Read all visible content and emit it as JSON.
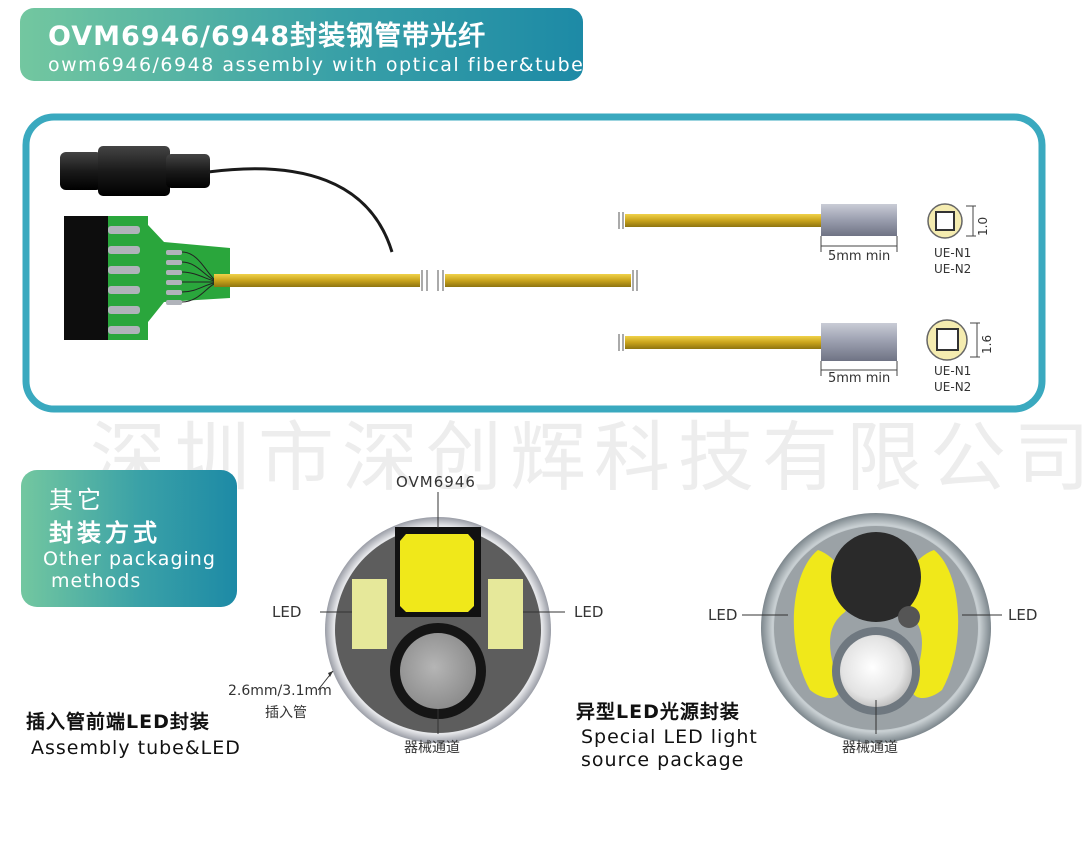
{
  "header": {
    "title": "OVM6946/6948封装钢管带光纤",
    "subtitle": "owm6946/6948 assembly with optical fiber&tube"
  },
  "fiber_diagram": {
    "dimension_top": "1.0",
    "dimension_bottom": "1.6",
    "length_label": "5mm min",
    "led_types_line1": "UE-N1",
    "led_types_line2": "UE-N2"
  },
  "watermark": "深圳市深创辉科技有限公司",
  "side_banner": {
    "line1": "其它",
    "line2": "封装方式",
    "line3": "Other packaging",
    "line4": "methods"
  },
  "left_package": {
    "sensor_label": "OVM6946",
    "led_left": "LED",
    "led_right": "LED",
    "tube_size": "2.6mm/3.1mm",
    "tube_insert": "插入管",
    "channel_label": "器械通道",
    "caption_zh": "插入管前端LED封装",
    "caption_en": "Assembly tube&LED"
  },
  "right_package": {
    "led_left": "LED",
    "led_right": "LED",
    "channel_label": "器械通道",
    "caption_zh": "异型LED光源封装",
    "caption_en_line1": "Special LED light",
    "caption_en_line2": "source package"
  },
  "colors": {
    "accent_start": "#73c7a0",
    "accent_end": "#1d8aa6",
    "frame": "#3aa9bf",
    "fiber": "#d4b02a",
    "led_yellow": "#f0e81a",
    "pcb_green": "#2aa63c"
  }
}
